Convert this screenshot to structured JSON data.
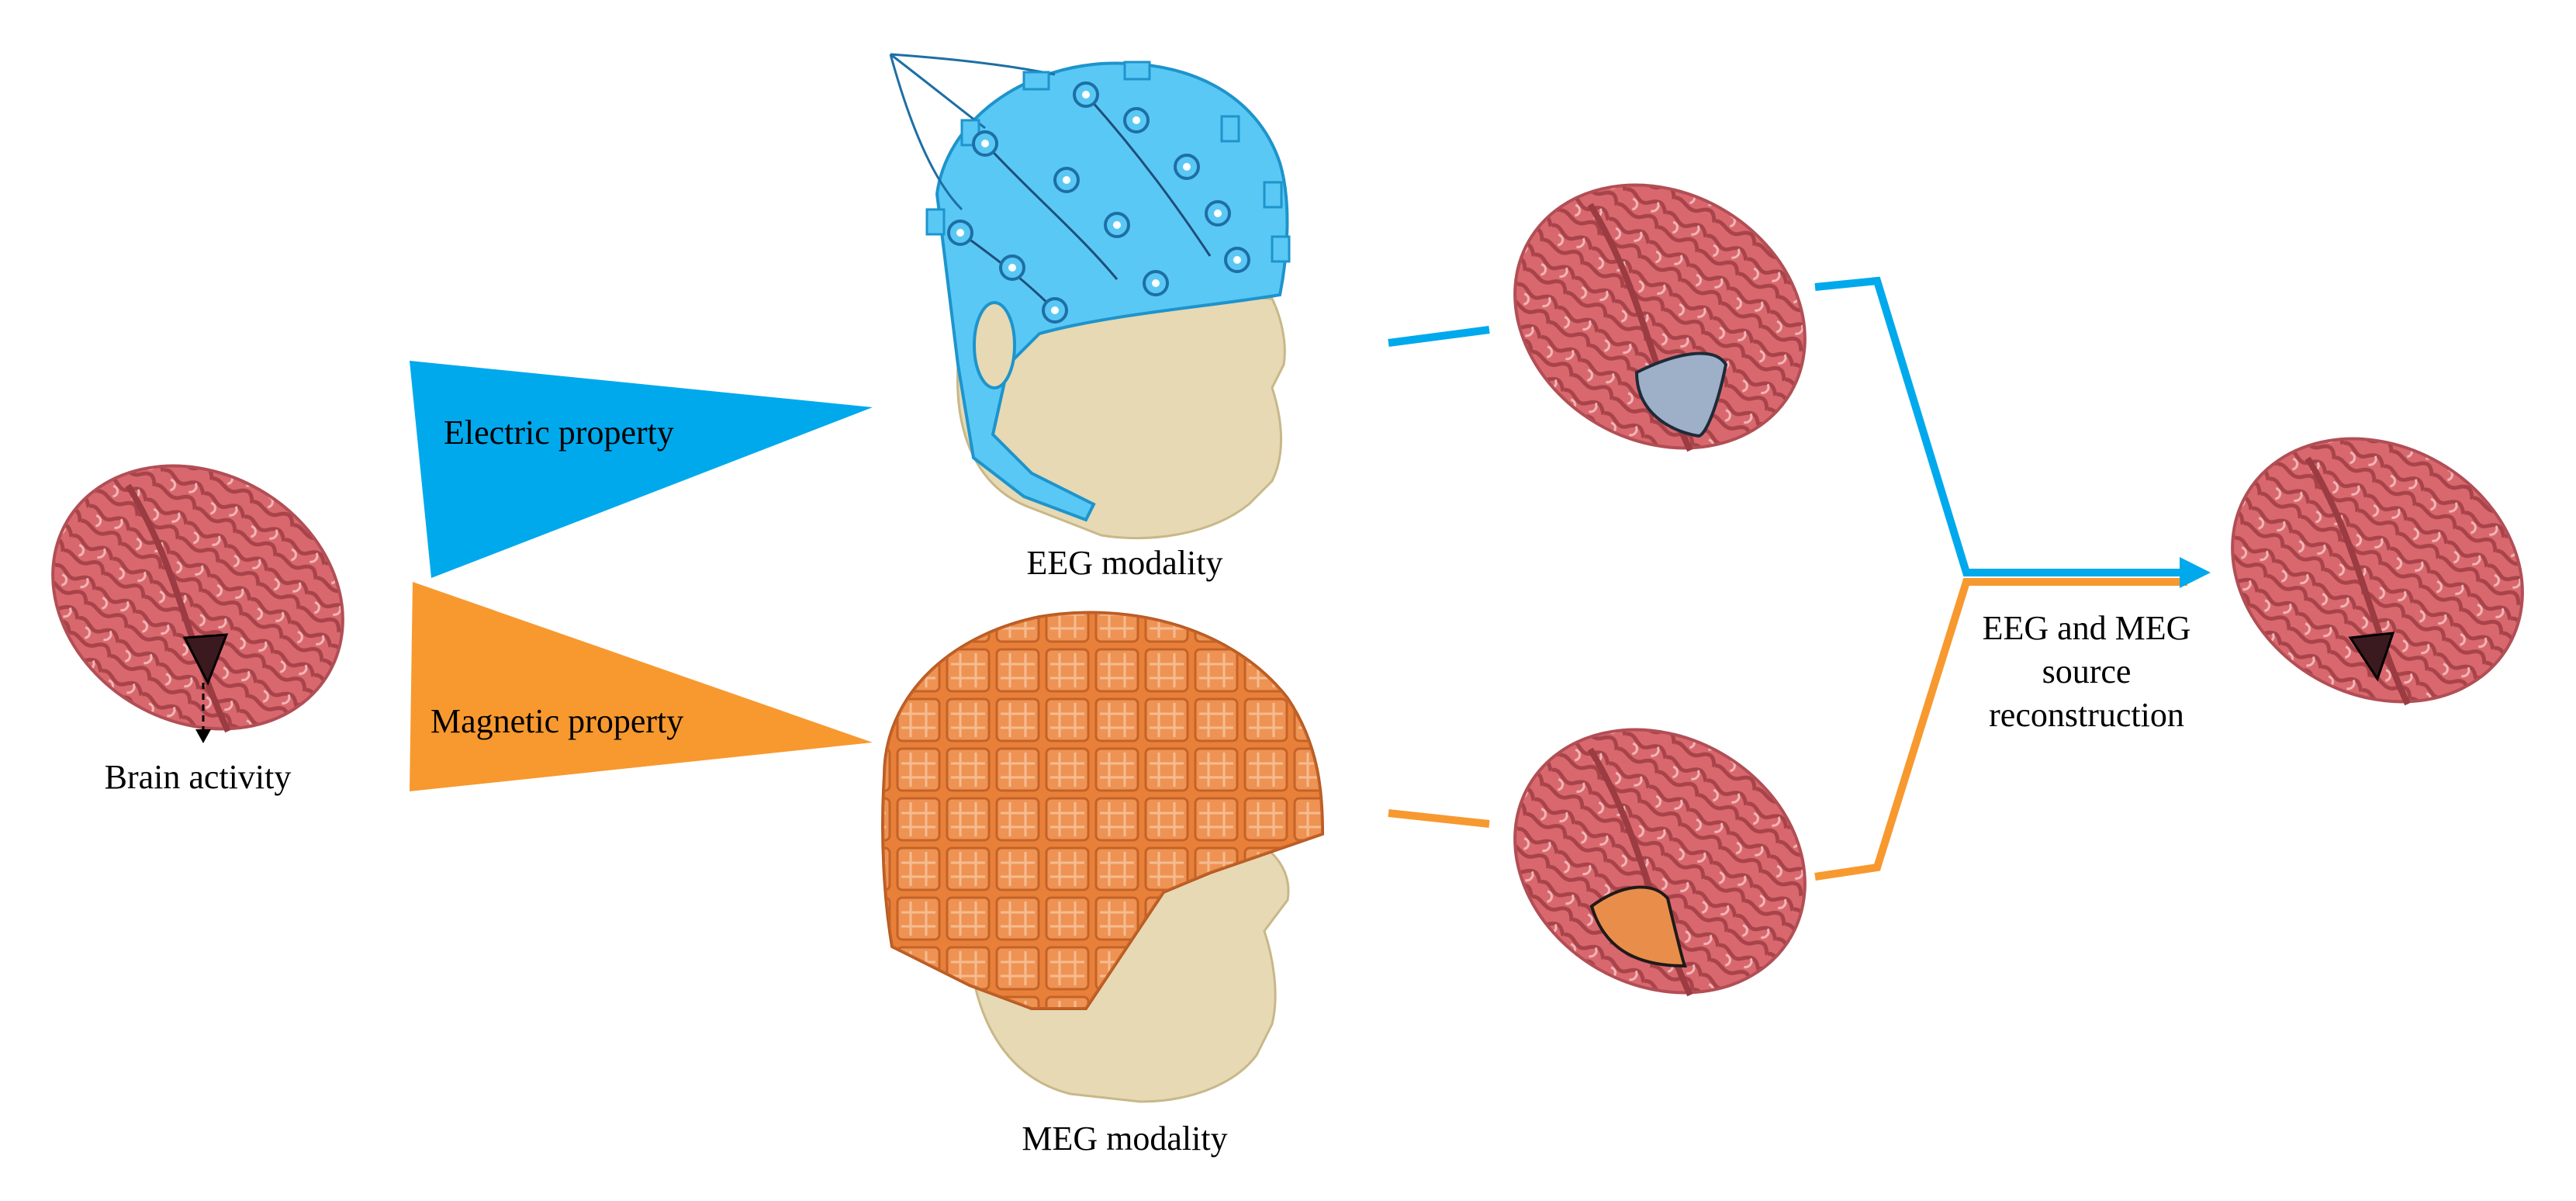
{
  "labels": {
    "brain_activity": "Brain activity",
    "electric_property": "Electric property",
    "magnetic_property": "Magnetic property",
    "eeg_modality": "EEG modality",
    "meg_modality": "MEG modality",
    "reconstruction_line1": "EEG and MEG",
    "reconstruction_line2": "source",
    "reconstruction_line3": "reconstruction"
  },
  "colors": {
    "electric": "#00A9EC",
    "magnetic": "#F7992F",
    "eeg_cap": "#5AC8F5",
    "meg_helmet": "#E8803A",
    "head_skin": "#E6D9B4",
    "brain": "#D9686E",
    "brain_dark": "#A8434A",
    "source_region": "#3A1A1E",
    "eeg_estimate": "#9DB0C8",
    "meg_estimate": "#E88E4A"
  },
  "icons": [
    "brain-icon",
    "eeg-cap-head-icon",
    "meg-helmet-head-icon",
    "electrode-icon",
    "meg-sensor-icon"
  ]
}
